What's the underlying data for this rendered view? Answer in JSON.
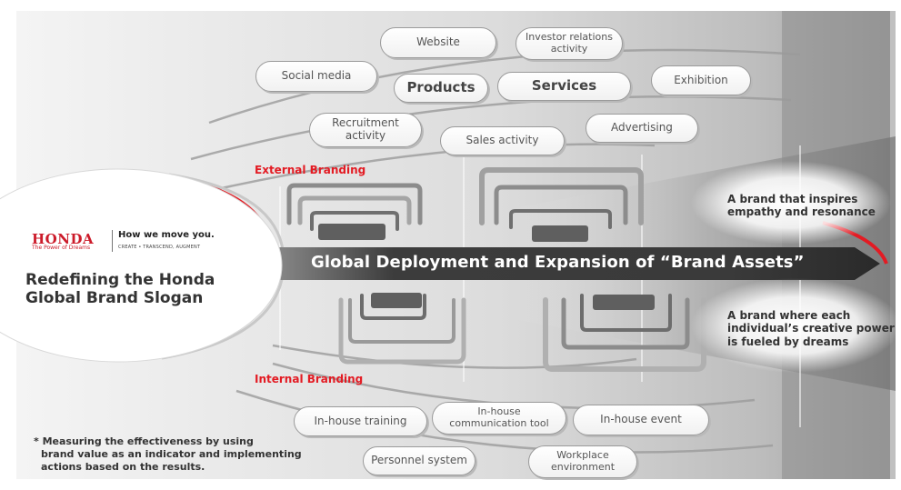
{
  "logo": {
    "brand": "HONDA",
    "tagline": "The Power of Dreams",
    "slogan": "How we move you.",
    "slogan_sub": "CREATE • TRANSCEND, AUGMENT"
  },
  "title": "Redefining the Honda\nGlobal Brand Slogan",
  "arrow_label": "Global Deployment and Expansion of “Brand Assets”",
  "external_label": "External Branding",
  "internal_label": "Internal Branding",
  "brand_top": "A brand that inspires\nempathy and resonance",
  "brand_bottom": "A brand where each\nindividual’s creative power\nis fueled by dreams",
  "external_items": [
    "Website",
    "Investor relations\nactivity",
    "Social media",
    "Products",
    "Services",
    "Exhibition",
    "Recruitment\nactivity",
    "Sales activity",
    "Advertising"
  ],
  "internal_items": [
    "In-house training",
    "In-house\ncommunication tool",
    "In-house event",
    "Personnel system",
    "Workplace\nenvironment"
  ],
  "note": {
    "line1": "* Measuring the effectiveness by using",
    "line2": "brand value as an indicator and implementing",
    "line3": "actions based on the results."
  },
  "colors": {
    "accent_red": "#e31b23",
    "arrow_dark": "#333333",
    "pill_border": "#9a9a9a"
  }
}
